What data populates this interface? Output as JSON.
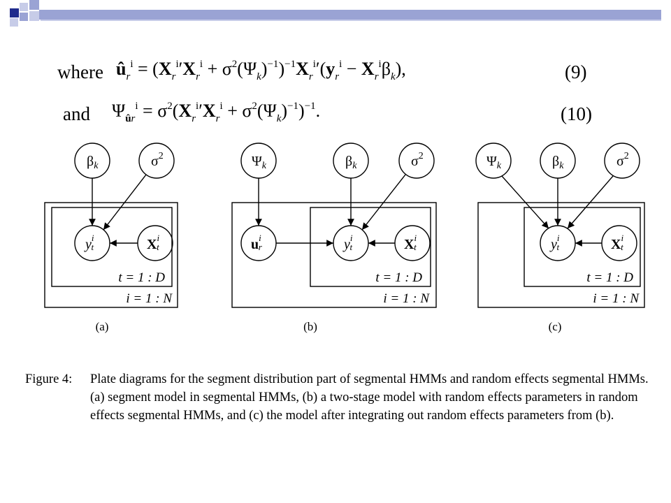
{
  "slide": {
    "accent_colors": [
      "#1f2b8c",
      "#9aa3d4",
      "#c7cce8"
    ],
    "eq9": {
      "word": "where",
      "number": "(9)"
    },
    "eq10": {
      "word": "and",
      "number": "(10)"
    }
  },
  "diagram": {
    "panels": [
      {
        "label": "(a)",
        "nodes": {
          "beta": "β",
          "beta_sub": "k",
          "sigma": "σ",
          "sigma_sup": "2",
          "y": "y",
          "y_sup": "i",
          "y_sub": "t",
          "X": "X",
          "X_sup": "i",
          "X_sub": "t"
        },
        "inner_plate": "t = 1 : D",
        "outer_plate": "i = 1 : N"
      },
      {
        "label": "(b)",
        "nodes": {
          "psi": "Ψ",
          "psi_sub": "k",
          "beta": "β",
          "beta_sub": "k",
          "sigma": "σ",
          "sigma_sup": "2",
          "u": "u",
          "u_sup": "i",
          "u_sub": "r",
          "y": "y",
          "y_sup": "i",
          "y_sub": "t",
          "X": "X",
          "X_sup": "i",
          "X_sub": "t"
        },
        "inner_plate": "t = 1 : D",
        "outer_plate": "i = 1 : N"
      },
      {
        "label": "(c)",
        "nodes": {
          "psi": "Ψ",
          "psi_sub": "k",
          "beta": "β",
          "beta_sub": "k",
          "sigma": "σ",
          "sigma_sup": "2",
          "y": "y",
          "y_sup": "i",
          "y_sub": "t",
          "X": "X",
          "X_sup": "i",
          "X_sub": "t"
        },
        "inner_plate": "t = 1 : D",
        "outer_plate": "i = 1 : N"
      }
    ]
  },
  "caption": {
    "label": "Figure 4:",
    "text": "Plate diagrams for the segment distribution part of segmental HMMs and random effects segmental HMMs. (a) segment model in segmental HMMs, (b) a two-stage model with random effects parameters in random effects segmental HMMs, and (c) the model after integrating out random effects parameters from (b)."
  }
}
